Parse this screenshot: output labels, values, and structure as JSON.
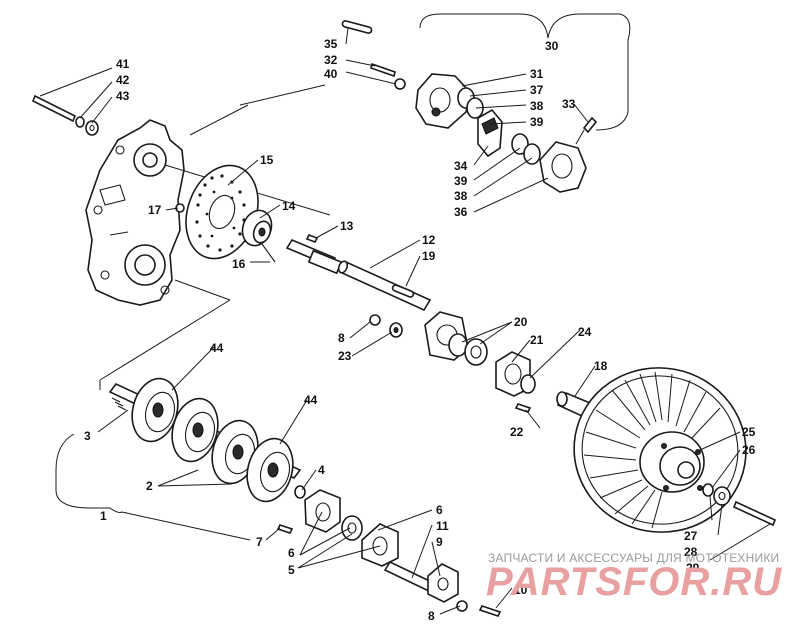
{
  "callouts": [
    "1",
    "2",
    "3",
    "4",
    "5",
    "6",
    "6",
    "7",
    "8",
    "8",
    "9",
    "10",
    "11",
    "12",
    "13",
    "14",
    "15",
    "16",
    "17",
    "18",
    "19",
    "20",
    "21",
    "22",
    "23",
    "24",
    "25",
    "26",
    "27",
    "28",
    "29",
    "30",
    "31",
    "32",
    "33",
    "34",
    "35",
    "36",
    "37",
    "38",
    "38",
    "39",
    "39",
    "40",
    "41",
    "42",
    "43",
    "44",
    "44"
  ],
  "watermark": {
    "text": "ЗАПЧАСТИ И АКСЕССУАРЫ ДЛЯ МОТОТЕХНИКИ",
    "logo": "PARTSFOR.RU"
  },
  "colors": {
    "ink": "#1a1a1a",
    "watermark_text": "#9a9a9a",
    "watermark_logo": "#e8a0a0"
  }
}
